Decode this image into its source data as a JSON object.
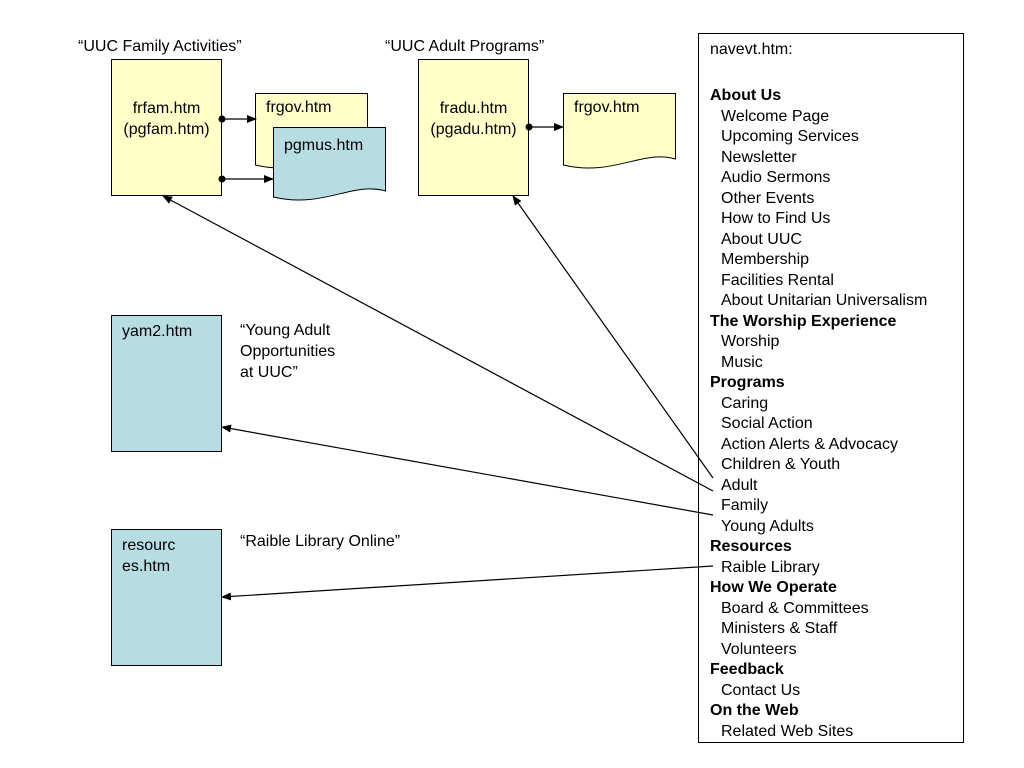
{
  "captions": {
    "family": "“UUC Family Activities”",
    "adult": "“UUC Adult Programs”",
    "young_adult": [
      "“Young Adult",
      "Opportunities",
      "at UUC”"
    ],
    "raible": "“Raible Library Online”"
  },
  "pages": {
    "frfam": [
      "frfam.htm",
      "(pgfam.htm)"
    ],
    "fradu": [
      "fradu.htm",
      "(pgadu.htm)"
    ],
    "frgov_family": "frgov.htm",
    "pgmus": "pgmus.htm",
    "frgov_adult": "frgov.htm",
    "yam2": "yam2.htm",
    "resources": [
      "resourc",
      "es.htm"
    ]
  },
  "colors": {
    "page_yellow": "#ffffc8",
    "page_teal": "#b7dde3",
    "line": "#000000"
  },
  "nav": {
    "title": "navevt.htm:",
    "sections": [
      {
        "heading": "About Us",
        "items": [
          "Welcome Page",
          "Upcoming Services",
          "Newsletter",
          "Audio Sermons",
          "Other Events",
          "How to Find Us",
          "About UUC",
          "Membership",
          "Facilities Rental",
          "About Unitarian Universalism"
        ]
      },
      {
        "heading": "The Worship Experience",
        "items": [
          "Worship",
          "Music"
        ]
      },
      {
        "heading": "Programs",
        "items": [
          "Caring",
          "Social Action",
          "Action Alerts & Advocacy",
          "Children & Youth",
          "Adult",
          "Family",
          "Young Adults"
        ]
      },
      {
        "heading": "Resources",
        "items": [
          "Raible Library"
        ]
      },
      {
        "heading": "How We Operate",
        "items": [
          "Board & Committees",
          "Ministers & Staff",
          "Volunteers"
        ]
      },
      {
        "heading": "Feedback",
        "items": [
          "Contact Us"
        ]
      },
      {
        "heading": "On the Web",
        "items": [
          "Related Web Sites"
        ]
      }
    ]
  }
}
